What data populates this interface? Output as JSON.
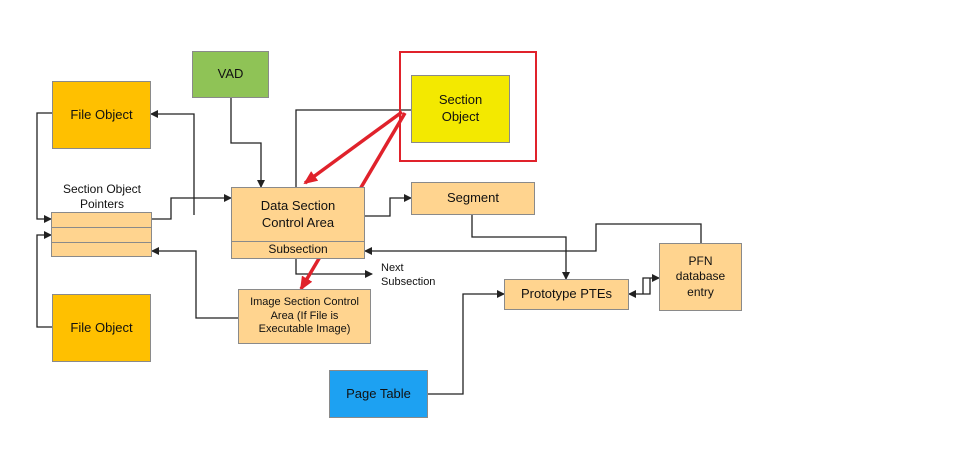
{
  "nodes": {
    "vad": "VAD",
    "section_object": "Section Object",
    "file_object_top": "File Object",
    "file_object_bottom": "File Object",
    "section_object_pointers": "Section Object Pointers",
    "data_section_control_area": "Data Section Control Area",
    "subsection": "Subsection",
    "segment": "Segment",
    "next_subsection": "Next Subsection",
    "image_section_control_area": "Image Section Control Area (If File is Executable Image)",
    "prototype_ptes": "Prototype PTEs",
    "pfn_database_entry": "PFN database entry",
    "page_table": "Page Table"
  },
  "colors": {
    "file_object": "#ffc000",
    "control_area": "#ffd48f",
    "vad": "#8fc356",
    "section_object": "#f3e900",
    "page_table": "#1da1f2",
    "highlight": "#e0222b",
    "connector": "#222222"
  }
}
